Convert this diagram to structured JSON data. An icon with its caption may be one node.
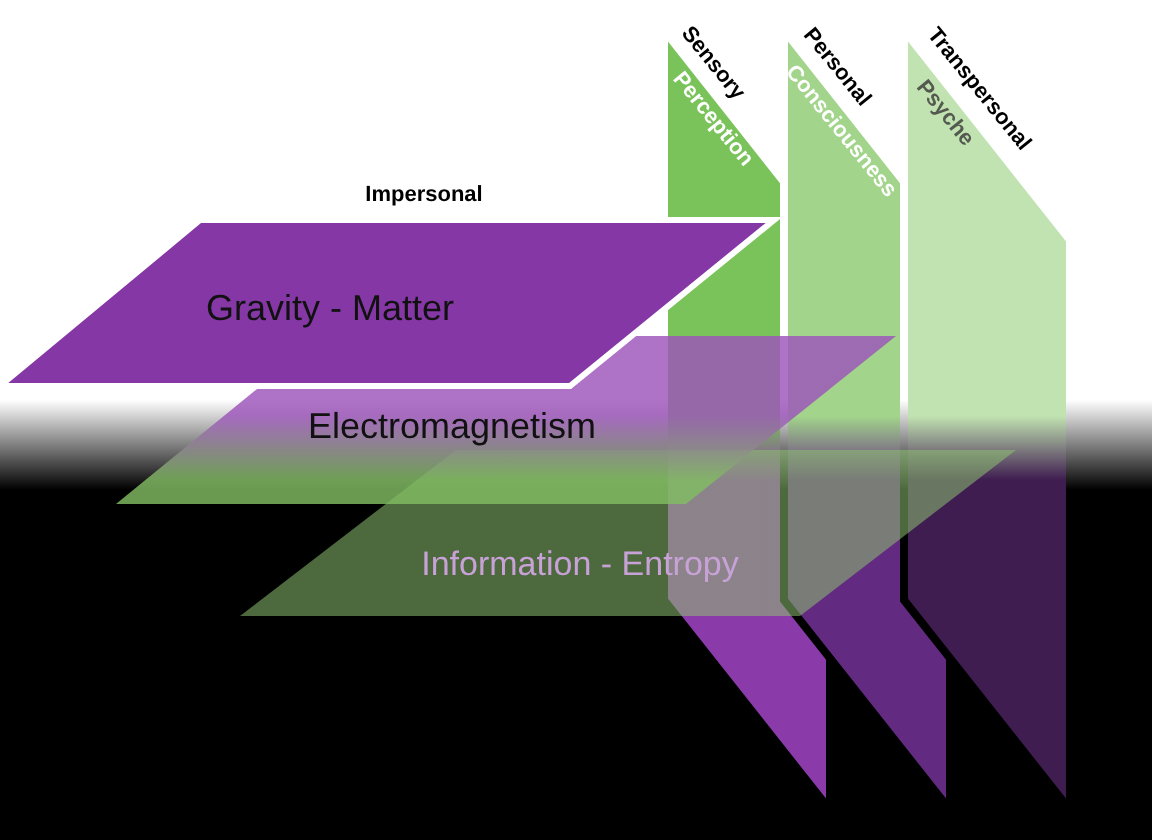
{
  "diagram": {
    "nodes": [
      {
        "text": [
          "Sensory",
          "Perception"
        ]
      },
      {
        "text": [
          "Personal",
          "Consciousness"
        ]
      },
      {
        "text": [
          "Transpersonal",
          "Psyche"
        ]
      },
      {
        "text": [
          "Impersonal",
          "Gravity - Matter"
        ]
      },
      {
        "text": [
          "Electromagnetism"
        ]
      },
      {
        "text": [
          "Information - Entropy"
        ]
      }
    ]
  }
}
